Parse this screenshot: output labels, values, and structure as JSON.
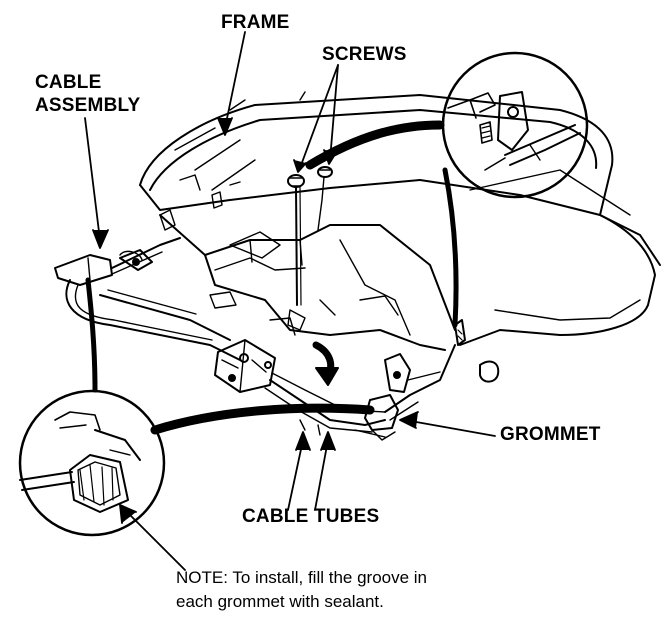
{
  "labels": {
    "frame": "FRAME",
    "screws": "SCREWS",
    "cable_assembly_line1": "CABLE",
    "cable_assembly_line2": "ASSEMBLY",
    "grommet": "GROMMET",
    "cable_tubes": "CABLE TUBES"
  },
  "note": {
    "line1": "NOTE:  To install, fill the groove in",
    "line2": "each grommet with sealant."
  },
  "colors": {
    "ink": "#000000",
    "paper": "#ffffff"
  }
}
